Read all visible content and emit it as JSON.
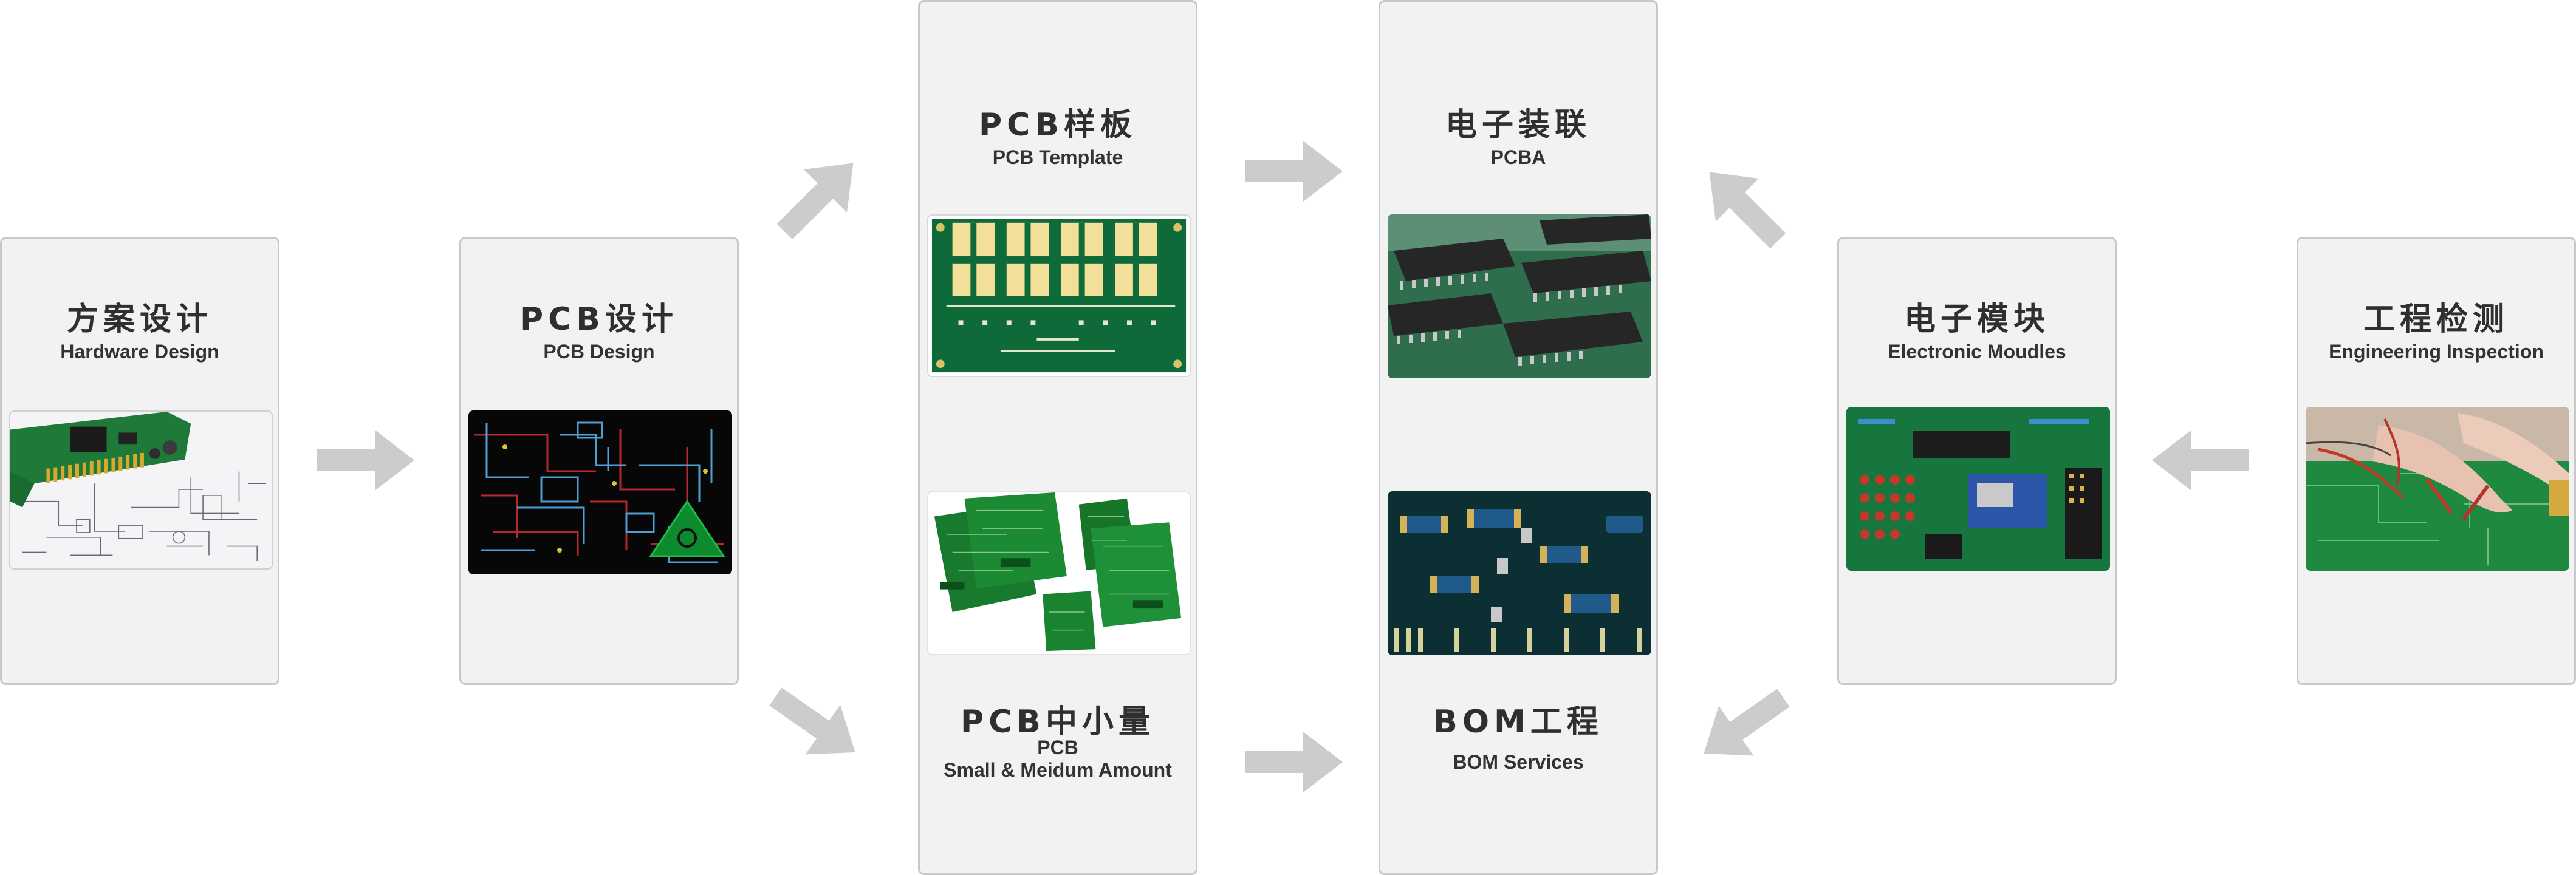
{
  "colors": {
    "card_bg": "#f2f2f2",
    "card_border": "#c8c8c8",
    "arrow": "#cccccc",
    "title": "#2f2f2f"
  },
  "cards": {
    "hardware_design": {
      "title": "方案设计",
      "subtitle": "Hardware Design",
      "image": "hardware-schematic-image"
    },
    "pcb_design": {
      "title": "PCB设计",
      "subtitle": "PCB Design",
      "image": "pcb-layout-image"
    },
    "pcb_template": {
      "title": "PCB样板",
      "subtitle": "PCB Template",
      "image": "pcb-template-board-image"
    },
    "pcb_small": {
      "title": "PCB中小量",
      "subtitle": "PCB\nSmall & Meidum Amount",
      "image": "green-pcb-boards-image"
    },
    "pcba": {
      "title": "电子装联",
      "subtitle": "PCBA",
      "image": "pcba-chips-image"
    },
    "bom": {
      "title": "BOM工程",
      "subtitle": "BOM Services",
      "image": "smd-components-image"
    },
    "electronic_modules": {
      "title": "电子模块",
      "subtitle": "Electronic Moudles",
      "image": "electronic-module-image"
    },
    "engineering_inspection": {
      "title": "工程检测",
      "subtitle": "Engineering Inspection",
      "image": "inspection-probe-image"
    }
  },
  "arrows": [
    "arrow-right",
    "arrow-up-right",
    "arrow-down-right",
    "arrow-right",
    "arrow-right",
    "arrow-up-left",
    "arrow-down-left",
    "arrow-left"
  ]
}
